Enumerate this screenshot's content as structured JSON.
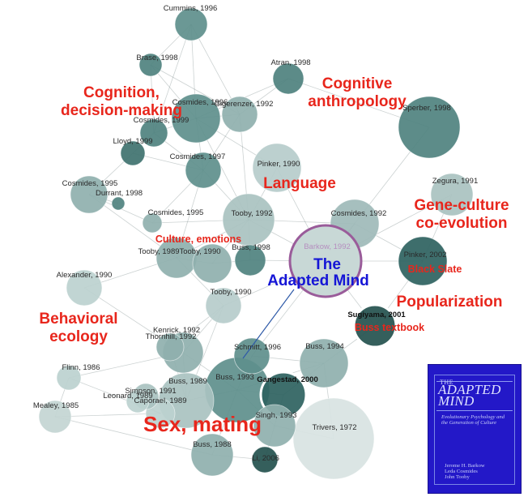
{
  "nodes": [
    {
      "id": "cummins1996",
      "label": "Cummins, 1996",
      "r": 20,
      "color": "#5e8f8c"
    },
    {
      "id": "brase1998",
      "label": "Brase, 1998",
      "r": 14,
      "color": "#4f827f"
    },
    {
      "id": "atran1998",
      "label": "Atran, 1998",
      "r": 19,
      "color": "#4e817e"
    },
    {
      "id": "cosmides1996",
      "label": "Cosmides, 1996",
      "r": 30,
      "color": "#5e8f8c"
    },
    {
      "id": "gigerenzer1992",
      "label": "Gigerenzer, 1992",
      "r": 22,
      "color": "#8fb0ae"
    },
    {
      "id": "sperber1998",
      "label": "Sperber, 1998",
      "r": 38,
      "color": "#4f827f"
    },
    {
      "id": "cosmides1999",
      "label": "Cosmides, 1999",
      "r": 17,
      "color": "#4f827f"
    },
    {
      "id": "lloyd1999",
      "label": "Lloyd, 1999",
      "r": 15,
      "color": "#3f726f"
    },
    {
      "id": "cosmides1997",
      "label": "Cosmides, 1997",
      "r": 22,
      "color": "#5e8f8c"
    },
    {
      "id": "pinker1990",
      "label": "Pinker, 1990",
      "r": 30,
      "color": "#b6cccb"
    },
    {
      "id": "zegura1991",
      "label": "Zegura, 1991",
      "r": 26,
      "color": "#a9c2c0"
    },
    {
      "id": "cosmides1995a",
      "label": "Cosmides, 1995",
      "r": 23,
      "color": "#8fb0ae"
    },
    {
      "id": "durrant1998",
      "label": "Durrant, 1998",
      "r": 8,
      "color": "#4f827f"
    },
    {
      "id": "cosmides1995b",
      "label": "Cosmides, 1995",
      "r": 12,
      "color": "#8fb0ae"
    },
    {
      "id": "tooby1992",
      "label": "Tooby, 1992",
      "r": 32,
      "color": "#a9c2c0"
    },
    {
      "id": "cosmides1992",
      "label": "Cosmides, 1992",
      "r": 30,
      "color": "#9ebab8"
    },
    {
      "id": "barkow1992",
      "label": "Barkow, 1992",
      "r": 42,
      "color": "#c3d5d3"
    },
    {
      "id": "pinker2002",
      "label": "Pinker, 2002",
      "r": 30,
      "color": "#2e625f"
    },
    {
      "id": "tooby1989",
      "label": "Tooby, 1989",
      "r": 25,
      "color": "#8fb0ae"
    },
    {
      "id": "tooby1990a",
      "label": "Tooby, 1990",
      "r": 24,
      "color": "#8fb0ae"
    },
    {
      "id": "buss1998",
      "label": "Buss, 1998",
      "r": 19,
      "color": "#4f827f"
    },
    {
      "id": "alexander1990",
      "label": "Alexander, 1990",
      "r": 22,
      "color": "#bcd1cf"
    },
    {
      "id": "tooby1990b",
      "label": "Tooby, 1990",
      "r": 22,
      "color": "#b6cccb"
    },
    {
      "id": "sugiyama2001",
      "label": "Sugiyama, 2001",
      "r": 26,
      "color": "#24514e"
    },
    {
      "id": "kenrick1992",
      "label": "Kenrick, 1992",
      "r": 17,
      "color": "#8fb0ae"
    },
    {
      "id": "thornhill1992",
      "label": "Thornhill, 1992",
      "r": 25,
      "color": "#8fb0ae"
    },
    {
      "id": "schmitt1996",
      "label": "Schmitt, 1996",
      "r": 22,
      "color": "#5e8f8c"
    },
    {
      "id": "buss1994",
      "label": "Buss, 1994",
      "r": 30,
      "color": "#8fb0ae"
    },
    {
      "id": "flinn1986",
      "label": "Flinn, 1986",
      "r": 15,
      "color": "#bcd1cf"
    },
    {
      "id": "buss1989",
      "label": "Buss, 1989",
      "r": 34,
      "color": "#a9c2c0"
    },
    {
      "id": "buss1993",
      "label": "Buss, 1993",
      "r": 40,
      "color": "#5e8f8c"
    },
    {
      "id": "gangestad2000",
      "label": "Gangestad, 2000",
      "r": 28,
      "color": "#2e625f"
    },
    {
      "id": "simpson1991",
      "label": "Simpson, 1991",
      "r": 16,
      "color": "#a9c2c0"
    },
    {
      "id": "leonard1989",
      "label": "Leonard, 1989",
      "r": 14,
      "color": "#bcd1cf"
    },
    {
      "id": "caporael1989",
      "label": "Caporael, 1989",
      "r": 18,
      "color": "#bcd1cf"
    },
    {
      "id": "mealey1985",
      "label": "Mealey, 1985",
      "r": 20,
      "color": "#c3d5d3"
    },
    {
      "id": "singh1993",
      "label": "Singh, 1993",
      "r": 26,
      "color": "#8fb0ae"
    },
    {
      "id": "trivers1972",
      "label": "Trivers, 1972",
      "r": 50,
      "color": "#d8e3e2"
    },
    {
      "id": "buss1988",
      "label": "Buss, 1988",
      "r": 26,
      "color": "#8fb0ae"
    },
    {
      "id": "li2006",
      "label": "Li, 2006",
      "r": 16,
      "color": "#24514e"
    }
  ],
  "edges": [
    [
      "cummins1996",
      "cosmides1996"
    ],
    [
      "cummins1996",
      "gigerenzer1992"
    ],
    [
      "cummins1996",
      "brase1998"
    ],
    [
      "cummins1996",
      "cosmides1999"
    ],
    [
      "brase1998",
      "cosmides1996"
    ],
    [
      "brase1998",
      "gigerenzer1992"
    ],
    [
      "brase1998",
      "cosmides1999"
    ],
    [
      "atran1998",
      "sperber1998"
    ],
    [
      "atran1998",
      "gigerenzer1992"
    ],
    [
      "atran1998",
      "cosmides1996"
    ],
    [
      "cosmides1996",
      "gigerenzer1992"
    ],
    [
      "cosmides1996",
      "cosmides1997"
    ],
    [
      "cosmides1996",
      "cosmides1999"
    ],
    [
      "cosmides1996",
      "tooby1992"
    ],
    [
      "gigerenzer1992",
      "cosmides1997"
    ],
    [
      "gigerenzer1992",
      "tooby1992"
    ],
    [
      "cosmides1999",
      "lloyd1999"
    ],
    [
      "cosmides1999",
      "cosmides1997"
    ],
    [
      "lloyd1999",
      "cosmides1997"
    ],
    [
      "lloyd1999",
      "cosmides1995a"
    ],
    [
      "cosmides1997",
      "tooby1992"
    ],
    [
      "cosmides1997",
      "cosmides1995b"
    ],
    [
      "cosmides1995a",
      "durrant1998"
    ],
    [
      "cosmides1995a",
      "cosmides1995b"
    ],
    [
      "cosmides1995a",
      "tooby1989"
    ],
    [
      "cosmides1995b",
      "tooby1992"
    ],
    [
      "pinker1990",
      "tooby1992"
    ],
    [
      "pinker1990",
      "barkow1992"
    ],
    [
      "tooby1992",
      "barkow1992"
    ],
    [
      "tooby1992",
      "tooby1989"
    ],
    [
      "tooby1992",
      "tooby1990a"
    ],
    [
      "tooby1992",
      "buss1998"
    ],
    [
      "cosmides1992",
      "barkow1992"
    ],
    [
      "cosmides1992",
      "pinker2002"
    ],
    [
      "barkow1992",
      "pinker2002"
    ],
    [
      "barkow1992",
      "buss1998"
    ],
    [
      "barkow1992",
      "tooby1990b"
    ],
    [
      "barkow1992",
      "schmitt1996"
    ],
    [
      "barkow1992",
      "sperber1998"
    ],
    [
      "zegura1991",
      "pinker2002"
    ],
    [
      "zegura1991",
      "barkow1992"
    ],
    [
      "tooby1989",
      "tooby1990a"
    ],
    [
      "tooby1989",
      "alexander1990"
    ],
    [
      "tooby1989",
      "tooby1990b"
    ],
    [
      "tooby1990a",
      "buss1998"
    ],
    [
      "alexander1990",
      "thornhill1992"
    ],
    [
      "tooby1990b",
      "kenrick1992"
    ],
    [
      "tooby1990b",
      "thornhill1992"
    ],
    [
      "tooby1990b",
      "buss1989"
    ],
    [
      "kenrick1992",
      "thornhill1992"
    ],
    [
      "thornhill1992",
      "buss1989"
    ],
    [
      "thornhill1992",
      "flinn1986"
    ],
    [
      "thornhill1992",
      "buss1993"
    ],
    [
      "schmitt1996",
      "buss1993"
    ],
    [
      "schmitt1996",
      "buss1994"
    ],
    [
      "buss1994",
      "buss1993"
    ],
    [
      "buss1994",
      "gangestad2000"
    ],
    [
      "flinn1986",
      "caporael1989"
    ],
    [
      "flinn1986",
      "mealey1985"
    ],
    [
      "buss1989",
      "buss1993"
    ],
    [
      "buss1989",
      "simpson1991"
    ],
    [
      "buss1989",
      "caporael1989"
    ],
    [
      "buss1993",
      "gangestad2000"
    ],
    [
      "buss1993",
      "singh1993"
    ],
    [
      "buss1993",
      "buss1988"
    ],
    [
      "gangestad2000",
      "singh1993"
    ],
    [
      "simpson1991",
      "leonard1989"
    ],
    [
      "leonard1989",
      "caporael1989"
    ],
    [
      "caporael1989",
      "mealey1985"
    ],
    [
      "mealey1985",
      "buss1988"
    ],
    [
      "singh1993",
      "trivers1972"
    ],
    [
      "singh1993",
      "li2006"
    ],
    [
      "buss1988",
      "li2006"
    ],
    [
      "trivers1972",
      "buss1994"
    ],
    [
      "sugiyama2001",
      "barkow1992"
    ],
    [
      "sugiyama2001",
      "buss1994"
    ],
    [
      "pinker2002",
      "sugiyama2001"
    ],
    [
      "cosmides1992",
      "tooby1992"
    ],
    [
      "cosmides1996",
      "pinker1990"
    ],
    [
      "tooby1989",
      "cosmides1997"
    ],
    [
      "kenrick1992",
      "buss1989"
    ]
  ],
  "center": {
    "label_line1": "The",
    "label_line2": "Adapted Mind",
    "ring_color": "#9a5c9a"
  },
  "clusters": [
    {
      "id": "cognition",
      "lines": [
        "Cognition,",
        "decision-making"
      ],
      "size": 19
    },
    {
      "id": "cognitive-anthropology",
      "lines": [
        "Cognitive",
        "anthropology"
      ],
      "size": 19
    },
    {
      "id": "language",
      "lines": [
        "Language"
      ],
      "size": 19
    },
    {
      "id": "gene-culture",
      "lines": [
        "Gene-culture",
        "co-evolution"
      ],
      "size": 19
    },
    {
      "id": "culture-emotions",
      "lines": [
        "Culture, emotions"
      ],
      "size": 12.5
    },
    {
      "id": "black-slate",
      "lines": [
        "Black Slate"
      ],
      "size": 12.5
    },
    {
      "id": "popularization",
      "lines": [
        "Popularization"
      ],
      "size": 19
    },
    {
      "id": "buss-textbook",
      "lines": [
        "Buss textbook"
      ],
      "size": 12.5
    },
    {
      "id": "behavioral-ecology",
      "lines": [
        "Behavioral",
        "ecology"
      ],
      "size": 19
    },
    {
      "id": "sex-mating",
      "lines": [
        "Sex, mating"
      ],
      "size": 26
    }
  ],
  "book": {
    "title_small": "THE",
    "title_line1": "ADAPTED",
    "title_line2": "MIND",
    "subtitle": "Evolutionary Psychology and the Generation of Culture",
    "authors": [
      "Jerome H. Barkow",
      "Leda Cosmides",
      "John Tooby"
    ]
  }
}
